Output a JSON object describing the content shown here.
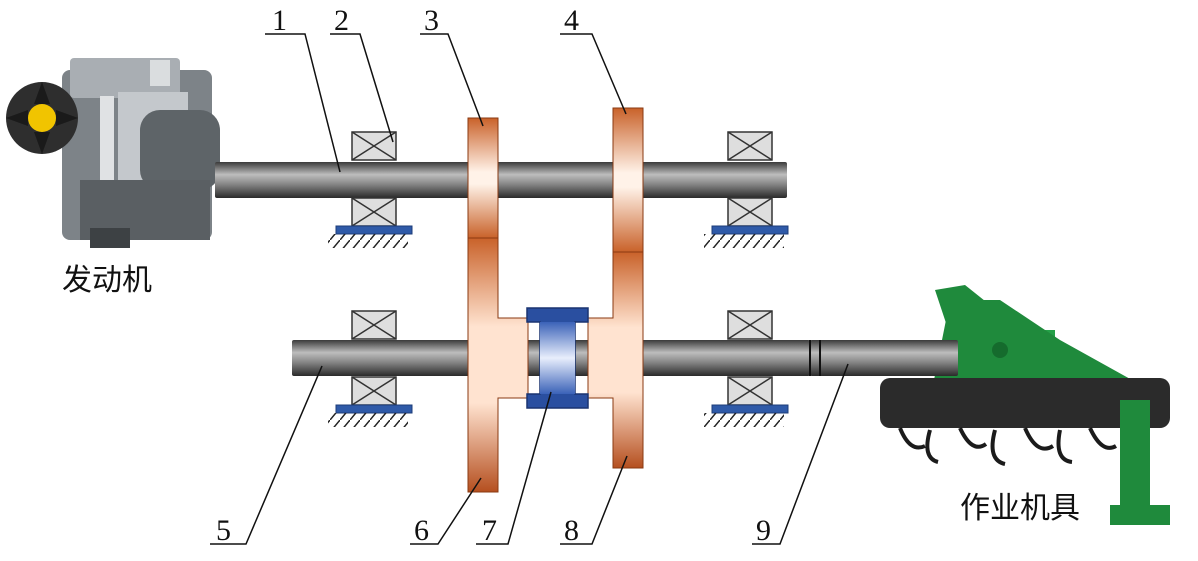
{
  "captions": {
    "engine": "发动机",
    "implement": "作业机具"
  },
  "callouts": [
    "1",
    "2",
    "3",
    "4",
    "5",
    "6",
    "7",
    "8",
    "9"
  ],
  "colors": {
    "gear": "#d2692f",
    "gear_dark": "#a84417",
    "gear_light": "#ffe3d0",
    "shaft": "#6a6a6a",
    "shaft_dark": "#2c2c2c",
    "clutch": "#2a4fa0",
    "clutch_light": "#cfd9f3",
    "bearing_fill": "#dedede",
    "base_blue": "#2f5aa8",
    "implement_green": "#1f8a3c",
    "engine_gray": "#8a8f94"
  }
}
